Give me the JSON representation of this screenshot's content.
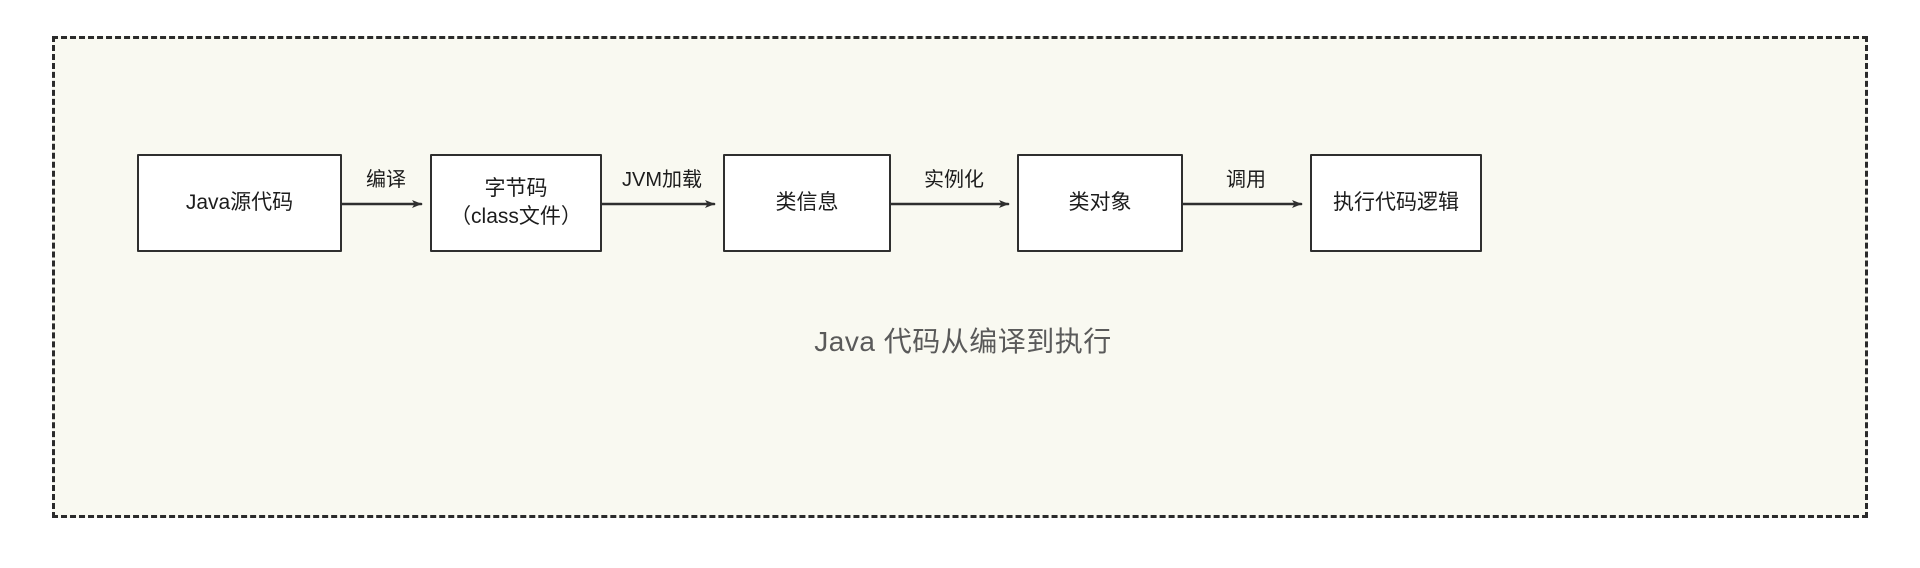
{
  "diagram": {
    "caption": "Java 代码从编译到执行",
    "frame_style": "dashed",
    "background_color": "#f9f9f1",
    "frame_border_color": "#2b2b2b",
    "node_border_color": "#2f2f2f",
    "node_fill_color": "#ffffff",
    "caption_color": "#5a5a5a",
    "nodes": [
      {
        "id": "java-source",
        "lines": [
          "Java源代码"
        ]
      },
      {
        "id": "bytecode",
        "lines": [
          "字节码",
          "（class文件）"
        ]
      },
      {
        "id": "class-info",
        "lines": [
          "类信息"
        ]
      },
      {
        "id": "class-object",
        "lines": [
          "类对象"
        ]
      },
      {
        "id": "execute-logic",
        "lines": [
          "执行代码逻辑"
        ]
      }
    ],
    "edges": [
      {
        "id": "compile",
        "label": "编译",
        "from": "java-source",
        "to": "bytecode"
      },
      {
        "id": "jvm-load",
        "label": "JVM加载",
        "from": "bytecode",
        "to": "class-info"
      },
      {
        "id": "instantiate",
        "label": "实例化",
        "from": "class-info",
        "to": "class-object"
      },
      {
        "id": "invoke",
        "label": "调用",
        "from": "class-object",
        "to": "execute-logic"
      }
    ]
  }
}
